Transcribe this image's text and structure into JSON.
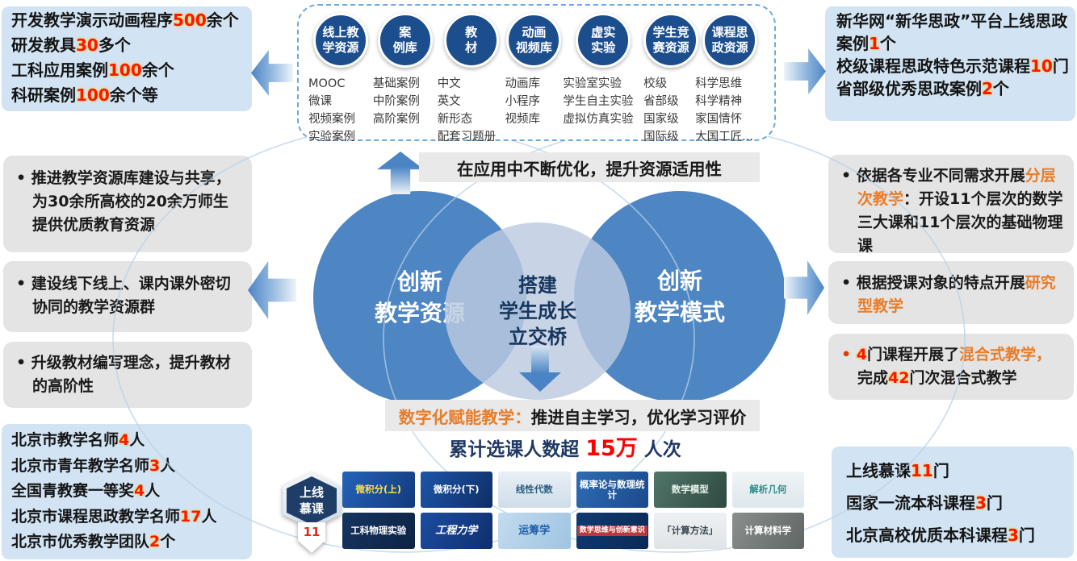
{
  "colors": {
    "accent_blue": "#4e86c4",
    "navy_circle": "#1c4e8e",
    "light_blue_box": "#d2e4f4",
    "gray_box": "#e4e4e4",
    "number_red": "#ff1500",
    "highlight_orange": "#e97c28",
    "stats_navy": "#1f3864"
  },
  "boxes": {
    "top_left": {
      "lines": [
        [
          {
            "t": "开发教学演示动画程序"
          },
          {
            "t": "500",
            "s": "num"
          },
          {
            "t": "余个"
          }
        ],
        [
          {
            "t": "研发教具"
          },
          {
            "t": "30",
            "s": "num"
          },
          {
            "t": "多个"
          }
        ],
        [
          {
            "t": "工科应用案例"
          },
          {
            "t": "100",
            "s": "num"
          },
          {
            "t": "余个"
          }
        ],
        [
          {
            "t": "科研案例"
          },
          {
            "t": "100",
            "s": "num"
          },
          {
            "t": "余个等"
          }
        ]
      ]
    },
    "mid_left_1": {
      "lines": [
        [
          {
            "t": "•  "
          },
          {
            "t": "推进教学资源库建设与共享，为30余所高校的20余万师生提供优质教育资源"
          }
        ]
      ]
    },
    "mid_left_2": {
      "lines": [
        [
          {
            "t": "•  "
          },
          {
            "t": "建设线下线上、课内课外密切协同的教学资源群"
          }
        ]
      ]
    },
    "mid_left_3": {
      "lines": [
        [
          {
            "t": "•  "
          },
          {
            "t": "升级教材编写理念，提升教材的高阶性"
          }
        ]
      ]
    },
    "bottom_left": {
      "lines": [
        [
          {
            "t": "北京市教学名师"
          },
          {
            "t": "4",
            "s": "num"
          },
          {
            "t": "人"
          }
        ],
        [
          {
            "t": "北京市青年教学名师"
          },
          {
            "t": "3",
            "s": "num"
          },
          {
            "t": "人"
          }
        ],
        [
          {
            "t": "全国青教赛一等奖"
          },
          {
            "t": "4",
            "s": "num"
          },
          {
            "t": "人"
          }
        ],
        [
          {
            "t": "北京市课程思政教学名师"
          },
          {
            "t": "17",
            "s": "num"
          },
          {
            "t": "人"
          }
        ],
        [
          {
            "t": "北京市优秀教学团队"
          },
          {
            "t": "2",
            "s": "num"
          },
          {
            "t": "个"
          }
        ]
      ]
    },
    "top_right": {
      "lines": [
        [
          {
            "t": "新华网“新华思政”平台上线思政案例"
          },
          {
            "t": "1",
            "s": "num"
          },
          {
            "t": "个"
          }
        ],
        [
          {
            "t": "校级课程思政特色示范课程"
          },
          {
            "t": "10",
            "s": "num"
          },
          {
            "t": "门"
          }
        ],
        [
          {
            "t": "省部级优秀思政案例"
          },
          {
            "t": "2",
            "s": "num"
          },
          {
            "t": "个"
          }
        ]
      ]
    },
    "mid_right_1": {
      "lines": [
        [
          {
            "t": "•  "
          },
          {
            "t": "依据各专业不同需求开展"
          },
          {
            "t": "分层次教学",
            "s": "orange"
          },
          {
            "t": "：开设11个层次的数学三大课和11个层次的基础物理课"
          }
        ]
      ]
    },
    "mid_right_2": {
      "lines": [
        [
          {
            "t": "•  "
          },
          {
            "t": "根据授课对象的特点开展"
          },
          {
            "t": "研究型教学",
            "s": "orange"
          }
        ]
      ]
    },
    "mid_right_3": {
      "lines": [
        [
          {
            "t": "•  ",
            "s": "rbullet"
          },
          {
            "t": "4",
            "s": "num"
          },
          {
            "t": "门课程开展了"
          },
          {
            "t": "混合式教学，",
            "s": "orange"
          },
          {
            "t": "完成"
          },
          {
            "t": "42",
            "s": "num"
          },
          {
            "t": "门次混合式教学"
          }
        ]
      ]
    },
    "bottom_right": {
      "lines": [
        [
          {
            "t": "上线慕课"
          },
          {
            "t": "11",
            "s": "num"
          },
          {
            "t": "门"
          }
        ],
        [
          {
            "t": "国家一流本科课程"
          },
          {
            "t": "3",
            "s": "num"
          },
          {
            "t": "门"
          }
        ],
        [
          {
            "t": "北京高校优质本科课程"
          },
          {
            "t": "3",
            "s": "num"
          },
          {
            "t": "门"
          }
        ]
      ]
    }
  },
  "top_panel": {
    "columns": [
      {
        "title": "线上教\n学资源",
        "items": "MOOC\n微课\n视频案例\n实验案例"
      },
      {
        "title": "案\n例库",
        "items": "基础案例\n中阶案例\n高阶案例"
      },
      {
        "title": "教\n材",
        "items": "中文\n英文\n新形态\n配套习题册"
      },
      {
        "title": "动画\n视频库",
        "items": "动画库\n小程序\n视频库"
      },
      {
        "title": "虚实\n实验",
        "items": "实验室实验\n学生自主实验\n虚拟仿真实验"
      },
      {
        "title": "学生竞\n赛资源",
        "items": "校级\n省部级\n国家级\n国际级"
      },
      {
        "title": "课程思\n政资源",
        "items": "科学思维\n科学精神\n家国情怀\n大国工匠..."
      }
    ]
  },
  "center": {
    "left_circle": "创新\n教学资源",
    "middle_circle": "搭建\n学生成长\n立交桥",
    "right_circle": "创新\n教学模式",
    "banner_top": "在应用中不断优化，提升资源适用性",
    "banner_bottom": [
      {
        "t": "数字化赋能教学：",
        "s": "orange"
      },
      {
        "t": "推进自主学习，优化学习评价"
      }
    ],
    "stats": [
      {
        "t": "累计选课人数超 "
      },
      {
        "t": "15万",
        "s": "bigred"
      },
      {
        "t": " 人次"
      }
    ]
  },
  "mooc": {
    "badge": {
      "label": "上线\n慕课",
      "count": "11"
    },
    "thumbnails": [
      {
        "label": "微积分(上)",
        "variant": "v1"
      },
      {
        "label": "微积分(下)",
        "variant": "v2"
      },
      {
        "label": "线性代数",
        "variant": "v3"
      },
      {
        "label": "概率论与数理统计",
        "variant": "v4"
      },
      {
        "label": "数学模型",
        "variant": "v5"
      },
      {
        "label": "解析几何",
        "variant": "v6"
      },
      {
        "label": "工科物理实验",
        "variant": "v7"
      },
      {
        "label": "工程力学",
        "variant": "v8"
      },
      {
        "label": "运筹学",
        "variant": "v9"
      },
      {
        "label": "数学思维与创新意识",
        "variant": "v10"
      },
      {
        "label": "「计算方法」",
        "variant": "v11"
      },
      {
        "label": "计算材料学",
        "variant": "v12"
      }
    ]
  }
}
